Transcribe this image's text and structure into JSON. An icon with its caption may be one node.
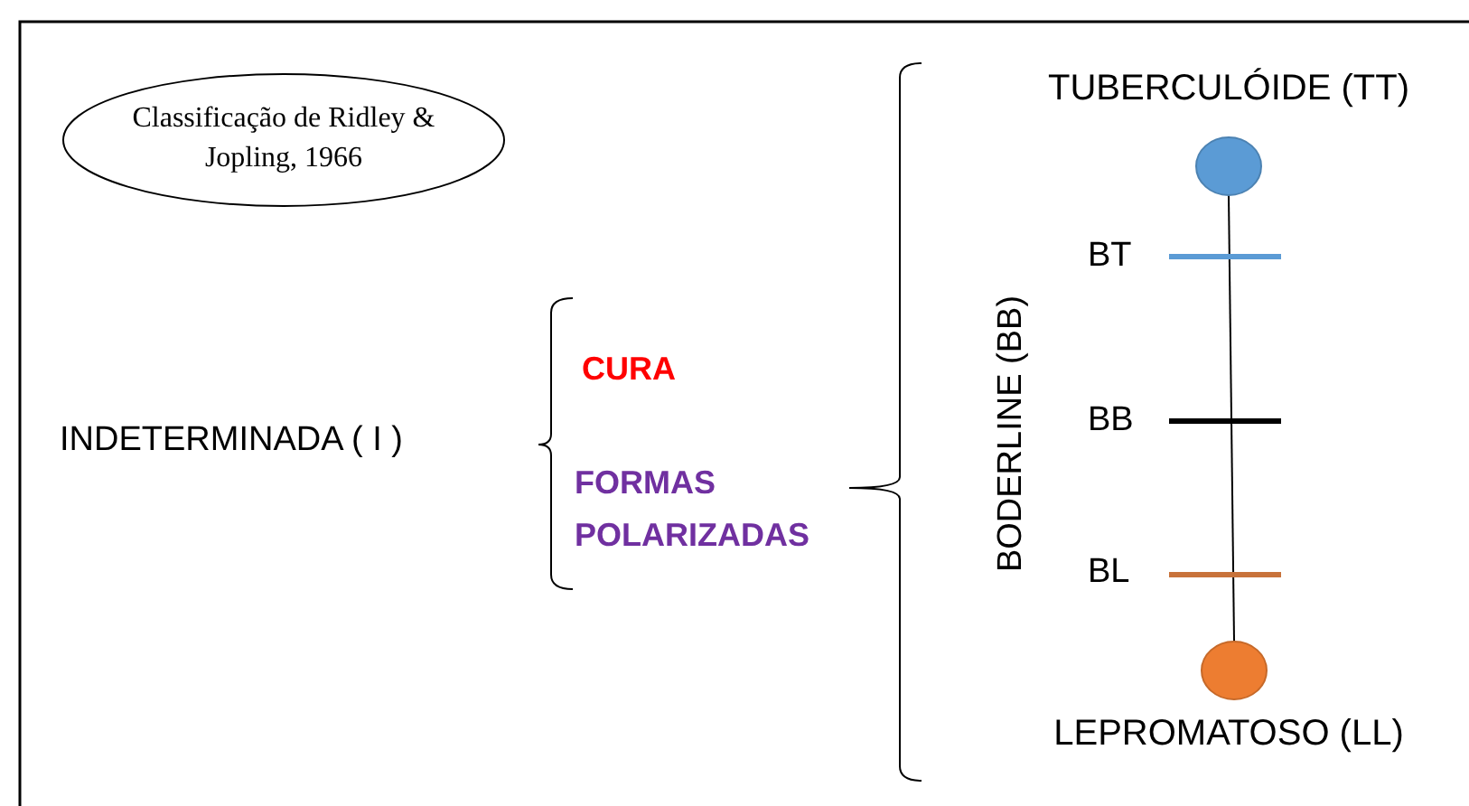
{
  "diagram": {
    "nodes": [
      {
        "text": [
          "Classificação de Ridley & Jopling, 1966"
        ]
      },
      {
        "text": [
          "INDETERMINADA ( I )"
        ]
      },
      {
        "text": [
          "CURA"
        ]
      },
      {
        "text": [
          "FORMAS POLARIZADAS"
        ]
      },
      {
        "text": [
          "TUBERCULÓIDE (TT)"
        ]
      },
      {
        "text": [
          "LEPROMATOSO (LL)"
        ]
      }
    ],
    "edges": [
      {
        "from": 4,
        "to": 5,
        "arrow": "none"
      }
    ],
    "labels": [
      "BT",
      "BODERLINE (BB)",
      "BB",
      "BL"
    ]
  }
}
